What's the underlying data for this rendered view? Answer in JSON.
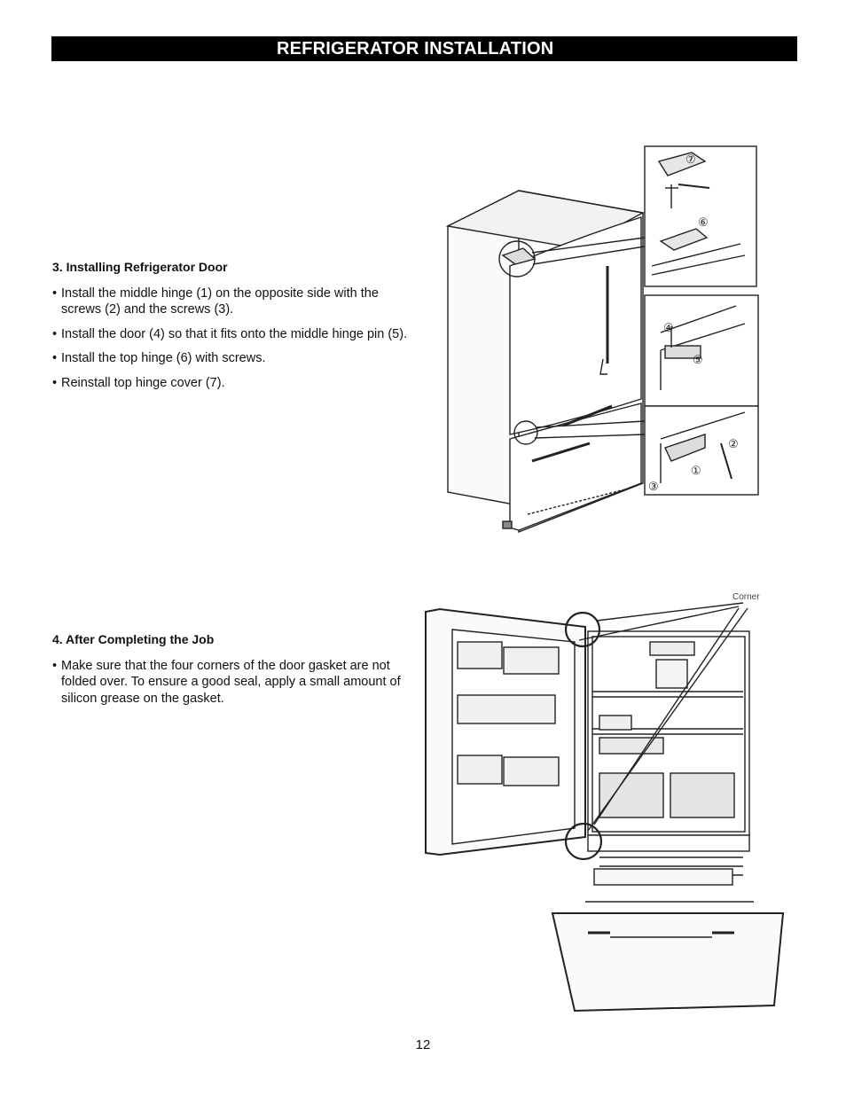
{
  "header": {
    "title": "REFRIGERATOR INSTALLATION"
  },
  "section3": {
    "title": "3. Installing Refrigerator Door",
    "items": [
      "Install the middle hinge (1) on the opposite side with the screws (2) and the screws (3).",
      "Install the door (4) so that it fits onto the middle hinge pin (5).",
      "Install the top hinge (6) with screws.",
      "Reinstall top hinge cover (7)."
    ]
  },
  "figure1": {
    "callouts": [
      "⑦",
      "⑥",
      "④",
      "⑤",
      "②",
      "①",
      "③"
    ]
  },
  "section4": {
    "title": "4. After Completing the Job",
    "items": [
      "Make sure that the four corners of the door gasket are not folded over. To ensure a good seal, apply a small amount of silicon grease on the gasket."
    ]
  },
  "figure2": {
    "corner_label": "Corner"
  },
  "footer": {
    "page_number": "12"
  }
}
